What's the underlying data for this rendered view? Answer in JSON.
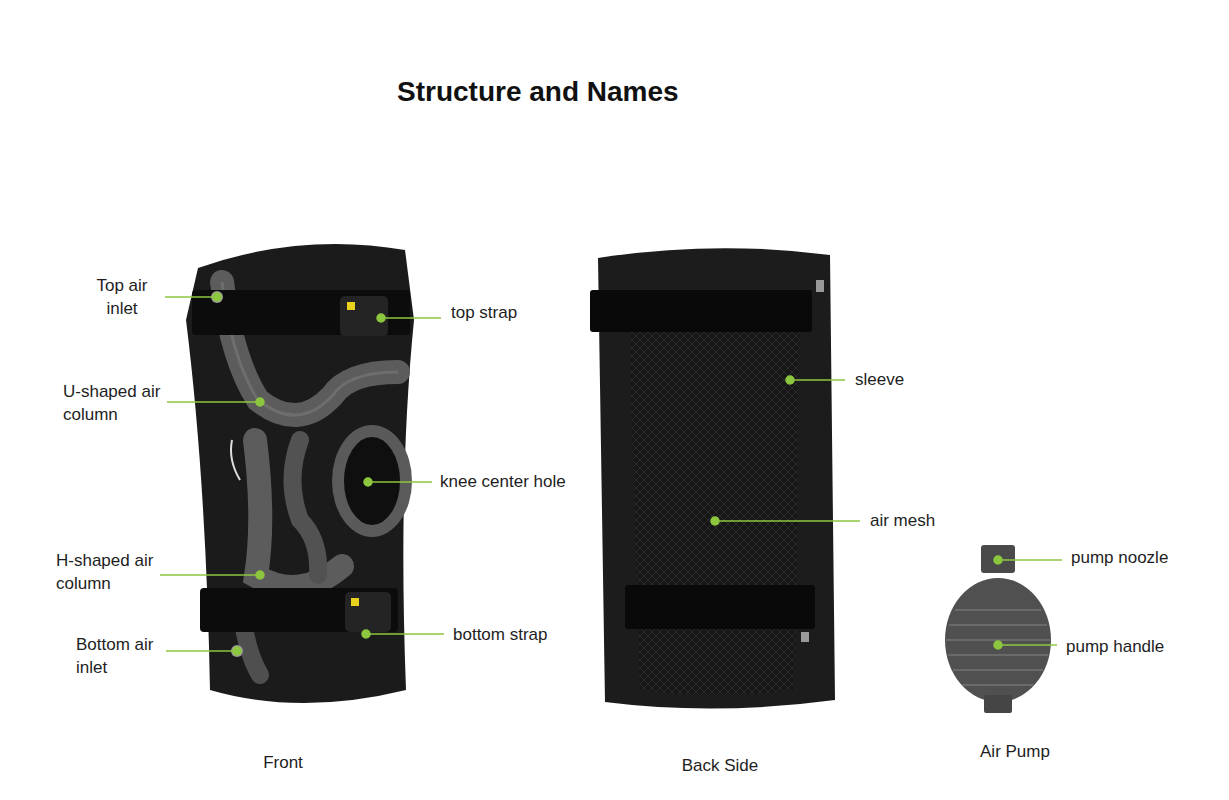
{
  "diagram": {
    "title": "Structure and Names",
    "labels": [
      "Top air inlet",
      "top strap",
      "U-shaped air column",
      "knee center hole",
      "H-shaped air column",
      "bottom strap",
      "Bottom air inlet",
      "sleeve",
      "air mesh",
      "pump noozle",
      "pump handle",
      "Front",
      "Back Side",
      "Air Pump"
    ]
  }
}
